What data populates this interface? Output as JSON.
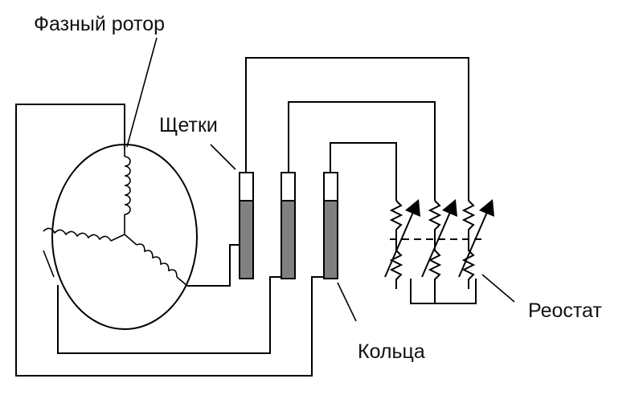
{
  "labels": {
    "rotor": "Фазный ротор",
    "brushes": "Щетки",
    "rings": "Кольца",
    "rheostat": "Реостат"
  },
  "colors": {
    "line": "#000000",
    "ring_fill": "#808080",
    "brush_fill": "#ffffff",
    "background": "#ffffff"
  }
}
